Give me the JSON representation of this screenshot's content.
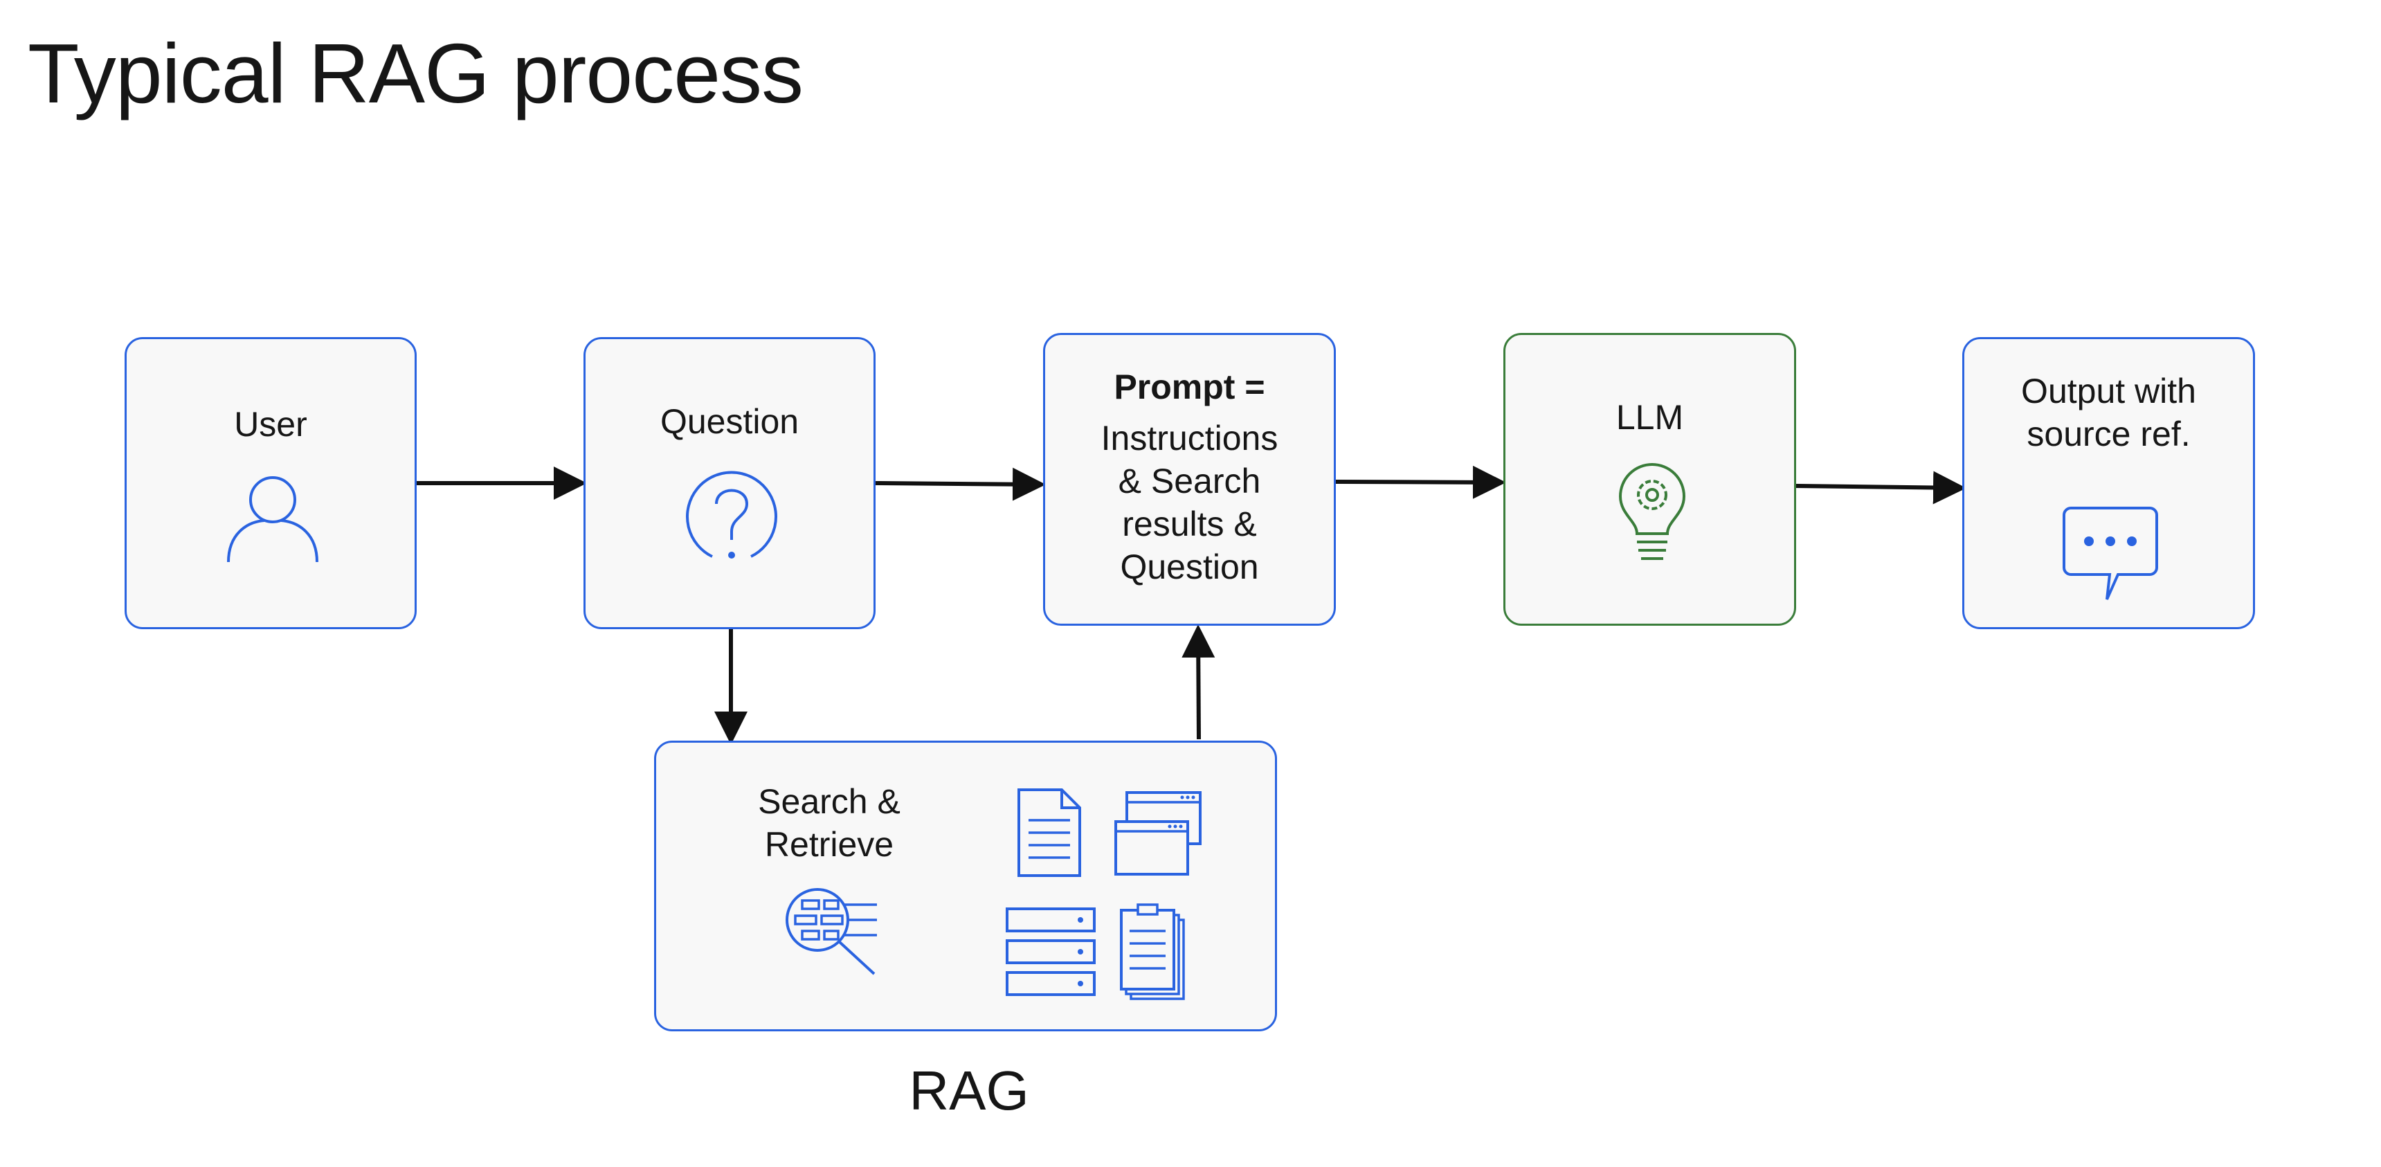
{
  "title": "Typical RAG process",
  "nodes": {
    "user": {
      "label": "User",
      "icon": "user-icon"
    },
    "question": {
      "label": "Question",
      "icon": "question-mark-icon"
    },
    "prompt": {
      "heading": "Prompt =",
      "lines": [
        "Instructions",
        "& Search",
        "results &",
        "Question"
      ]
    },
    "llm": {
      "label": "LLM",
      "icon": "lightbulb-gear-icon",
      "color": "#3a7d3a"
    },
    "output": {
      "lines": [
        "Output with",
        "source ref."
      ],
      "icon": "chat-bubble-icon"
    },
    "search": {
      "lines": [
        "Search &",
        "Retrieve"
      ],
      "icons": [
        "magnifier-data-icon",
        "document-icon",
        "browser-windows-icon",
        "server-stack-icon",
        "clipboard-stack-icon"
      ]
    }
  },
  "group_label": "RAG",
  "colors": {
    "accent": "#2a63e0",
    "llm": "#3a7d3a",
    "arrow": "#111111",
    "box_fill": "#f8f8f8"
  }
}
